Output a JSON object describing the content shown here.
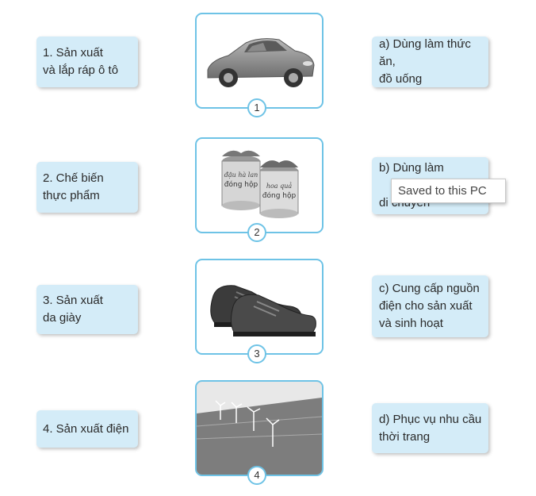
{
  "left_items": [
    {
      "text": "1.  Sản xuất\n     và lắp ráp ô tô"
    },
    {
      "text": "2.  Chế biến\n     thực phẩm"
    },
    {
      "text": "3.  Sản xuất\n     da giày"
    },
    {
      "text": "4. Sản xuất điện"
    }
  ],
  "pictures": [
    {
      "number": "1",
      "icon": "car-icon"
    },
    {
      "number": "2",
      "icon": "canned-food-icon",
      "can_labels": [
        "đậu hà lan",
        "đóng hộp",
        "hoa quả",
        "đóng hộp"
      ]
    },
    {
      "number": "3",
      "icon": "shoe-icon"
    },
    {
      "number": "4",
      "icon": "wind-turbine-icon"
    }
  ],
  "right_items": [
    {
      "text": "a)  Dùng làm thức ăn,\n     đồ uống"
    },
    {
      "text": "b)  Dùng làm\n\n     di chuyển"
    },
    {
      "text": "c)  Cung cấp nguồn\n     điện cho sản xuất\n     và sinh hoạt"
    },
    {
      "text": "d)  Phục vụ nhu cầu\n     thời trang"
    }
  ],
  "tooltip": {
    "text": "Saved to this PC"
  },
  "colors": {
    "box_bg": "#d4ecf8",
    "frame_border": "#6ec3e6"
  }
}
